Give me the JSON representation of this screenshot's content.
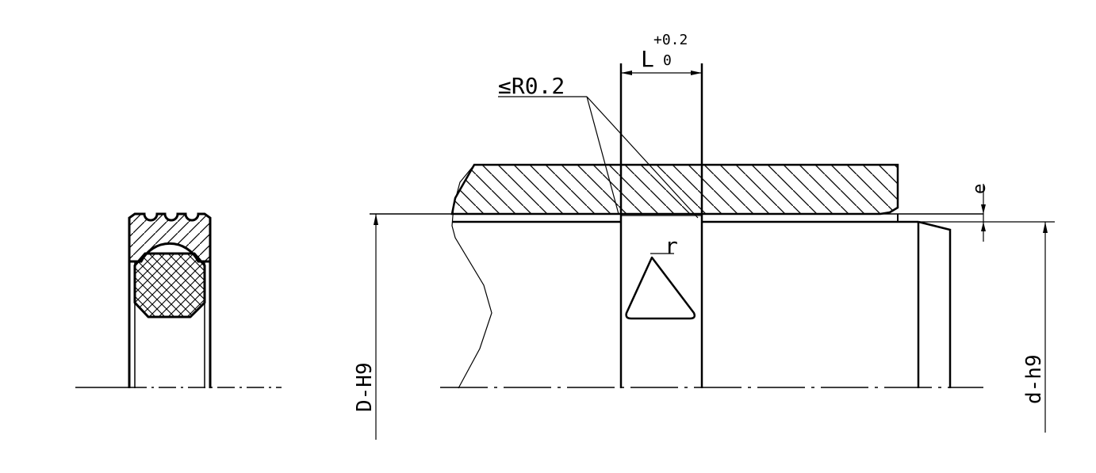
{
  "drawing": {
    "labels": {
      "width_tolerance_upper": "+0.2",
      "width_tolerance_lower": "0",
      "groove_width": "L",
      "corner_radius": "≤R0.2",
      "chamfer_length": "e",
      "groove_bottom_radius": "r",
      "bore_diameter": "D-H9",
      "rod_diameter": "d-h9"
    },
    "colors": {
      "line": "#000000",
      "background": "#ffffff"
    }
  }
}
